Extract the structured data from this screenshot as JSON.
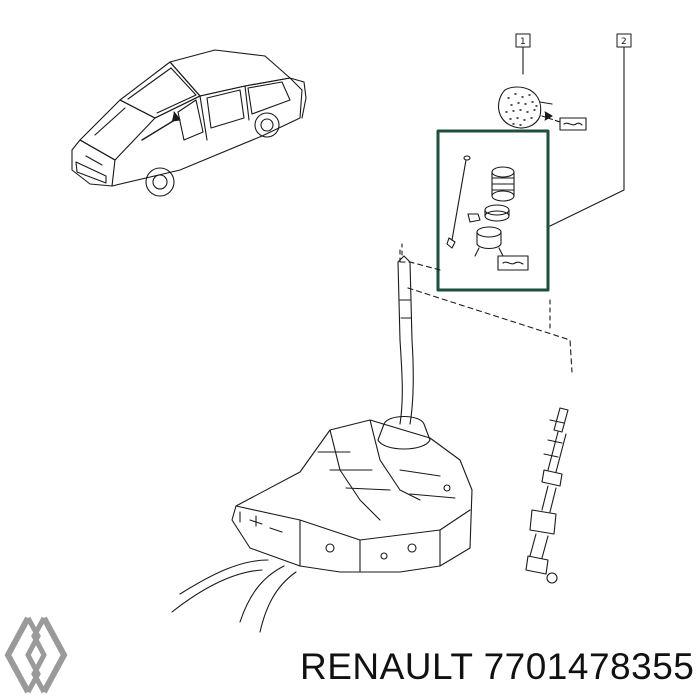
{
  "callouts": [
    {
      "label": "1"
    },
    {
      "label": "2"
    }
  ],
  "brand": {
    "name": "RENAULT",
    "part_number": "7701478355",
    "logo_icon": "renault-diamond-logo-icon"
  },
  "parts": {
    "vehicle_icon": "sedan-car-icon",
    "knob_icon": "gear-knob-icon",
    "kit_icon": "gear-lever-repair-kit-icon",
    "lever_icon": "gear-lever-icon",
    "mechanism_icon": "shift-mechanism-icon",
    "rod_icon": "linkage-rod-icon"
  },
  "colors": {
    "line": "#1a1a1a",
    "highlight_box": "#1e4f3a",
    "logo": "#9a9a9a"
  }
}
